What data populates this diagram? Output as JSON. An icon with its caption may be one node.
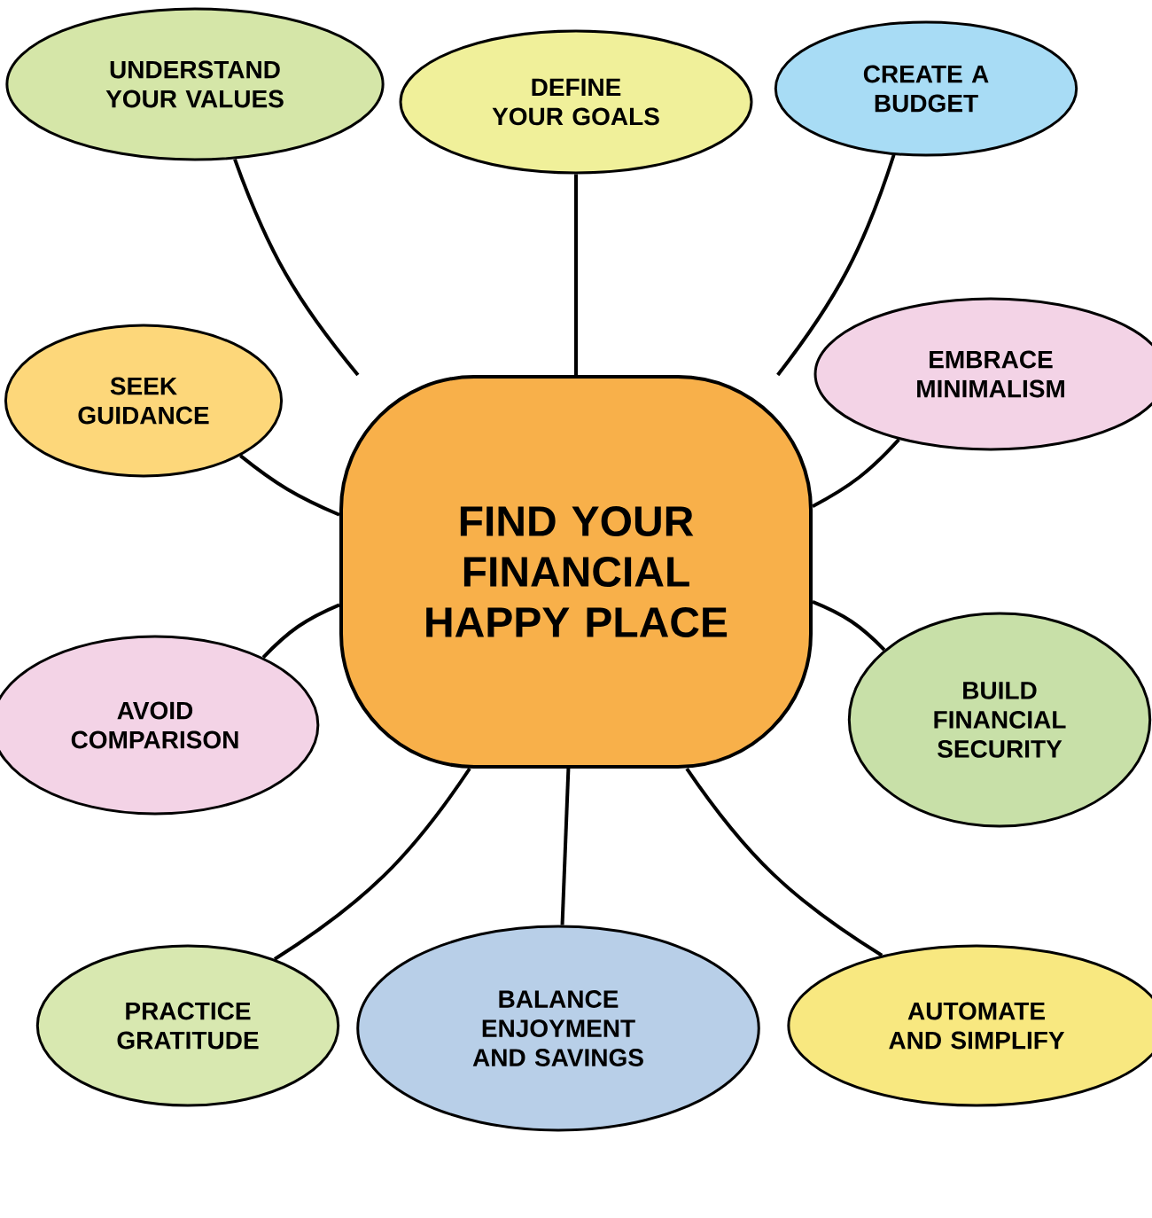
{
  "diagram": {
    "nodes": [
      {
        "text": [
          "FIND YOUR FINANCIAL HAPPY PLACE"
        ]
      },
      {
        "text": [
          "UNDERSTAND YOUR VALUES"
        ]
      },
      {
        "text": [
          "DEFINE YOUR GOALS"
        ]
      },
      {
        "text": [
          "CREATE A BUDGET"
        ]
      },
      {
        "text": [
          "SEEK GUIDANCE"
        ]
      },
      {
        "text": [
          "EMBRACE MINIMALISM"
        ]
      },
      {
        "text": [
          "AVOID COMPARISON"
        ]
      },
      {
        "text": [
          "BUILD FINANCIAL SECURITY"
        ]
      },
      {
        "text": [
          "PRACTICE GRATITUDE"
        ]
      },
      {
        "text": [
          "BALANCE ENJOYMENT AND SAVINGS"
        ]
      },
      {
        "text": [
          "AUTOMATE AND SIMPLIFY"
        ]
      }
    ],
    "edges": [
      {
        "from": 0,
        "to": 1,
        "arrow": "none"
      },
      {
        "from": 0,
        "to": 2,
        "arrow": "none"
      },
      {
        "from": 0,
        "to": 3,
        "arrow": "none"
      },
      {
        "from": 0,
        "to": 4,
        "arrow": "none"
      },
      {
        "from": 0,
        "to": 5,
        "arrow": "none"
      },
      {
        "from": 0,
        "to": 6,
        "arrow": "none"
      },
      {
        "from": 0,
        "to": 7,
        "arrow": "none"
      },
      {
        "from": 0,
        "to": 8,
        "arrow": "none"
      },
      {
        "from": 0,
        "to": 9,
        "arrow": "none"
      },
      {
        "from": 0,
        "to": 10,
        "arrow": "none"
      }
    ]
  }
}
